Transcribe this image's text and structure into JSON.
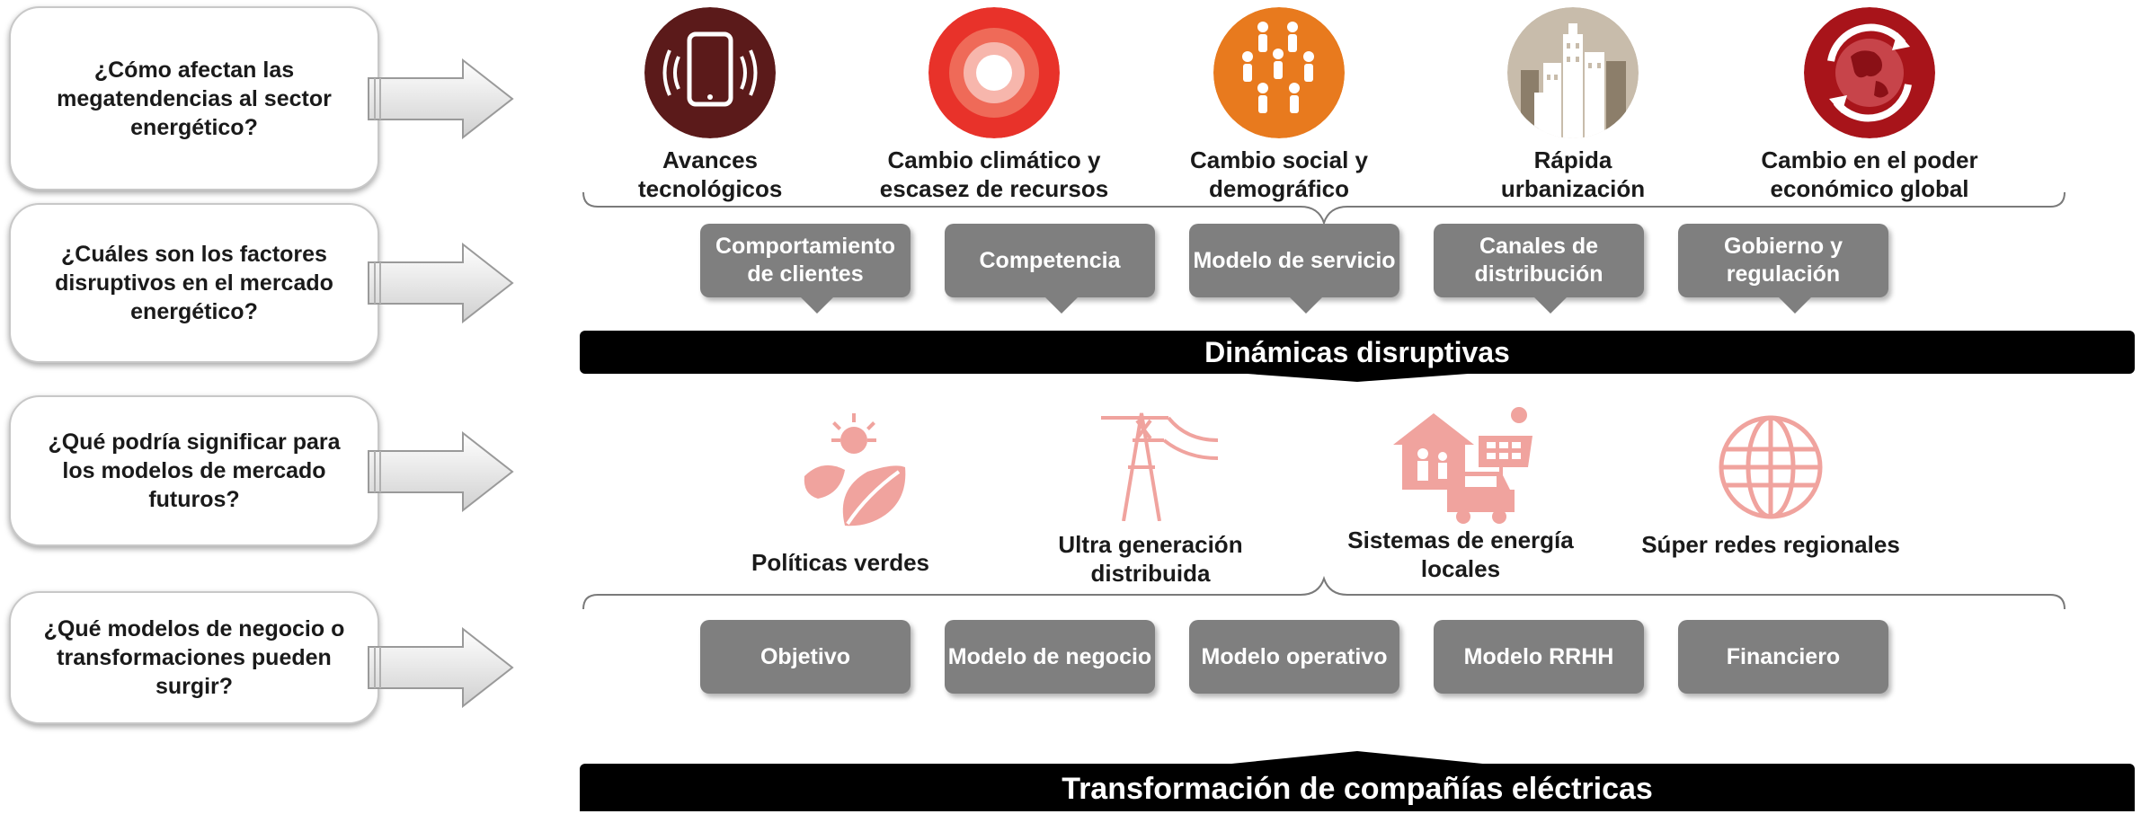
{
  "questions": [
    "¿Cómo afectan las megatendencias al sector energético?",
    "¿Cuáles son los factores disruptivos en el mercado energético?",
    "¿Qué podría significar para los modelos de mercado futuros?",
    "¿Qué modelos de negocio o transformaciones pueden surgir?"
  ],
  "megatrends": [
    {
      "label": "Avances tecnológicos",
      "icon": "tablet-icon",
      "color": "#5b1a1a"
    },
    {
      "label": "Cambio climático y escasez de recursos",
      "icon": "target-icon",
      "color": "#e8322a"
    },
    {
      "label": "Cambio social y demográfico",
      "icon": "people-icon",
      "color": "#e87a1e"
    },
    {
      "label": "Rápida urbanización",
      "icon": "city-icon",
      "color": "#a89a86"
    },
    {
      "label": "Cambio en el poder económico global",
      "icon": "globe-arrows-icon",
      "color": "#a8141a"
    }
  ],
  "disruptive_factors": [
    "Comportamiento de clientes",
    "Competencia",
    "Modelo de servicio",
    "Canales de distribución",
    "Gobierno y regulación"
  ],
  "bar1": "Dinámicas disruptivas",
  "future_models": [
    {
      "label": "Políticas verdes",
      "icon": "sun-leaf-icon"
    },
    {
      "label": "Ultra generación distribuida",
      "icon": "power-tower-icon"
    },
    {
      "label": "Sistemas de energía locales",
      "icon": "house-solar-car-icon"
    },
    {
      "label": "Súper redes regionales",
      "icon": "globe-grid-icon"
    }
  ],
  "transformation_areas": [
    "Objetivo",
    "Modelo de negocio",
    "Modelo operativo",
    "Modelo RRHH",
    "Financiero"
  ],
  "bar2": "Transformación de compañías eléctricas",
  "colors": {
    "box_gray": "#7f7f7f",
    "icon_pink": "#f0a39e",
    "bar": "#000000"
  }
}
